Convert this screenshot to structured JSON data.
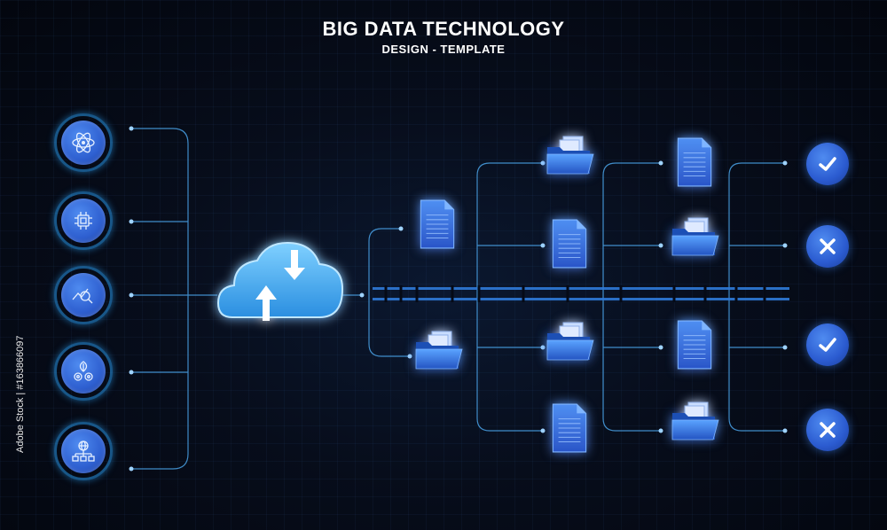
{
  "header": {
    "title": "BIG DATA TECHNOLOGY",
    "subtitle": "DESIGN - TEMPLATE"
  },
  "watermark": {
    "side_text": "Adobe Stock | #163866097"
  },
  "colors": {
    "background": "#050a16",
    "line": "#4aa3e8",
    "accent": "#2e5fd0",
    "glow": "#3fb6ff"
  },
  "nodes": [
    {
      "icon": "atom-icon"
    },
    {
      "icon": "chip-icon"
    },
    {
      "icon": "analytics-search-icon"
    },
    {
      "icon": "leaf-gears-icon"
    },
    {
      "icon": "network-globe-icon"
    }
  ],
  "center": {
    "icon": "cloud-upload-download-icon"
  },
  "status": [
    {
      "icon": "check-icon"
    },
    {
      "icon": "close-icon"
    },
    {
      "icon": "check-icon"
    },
    {
      "icon": "close-icon"
    }
  ]
}
